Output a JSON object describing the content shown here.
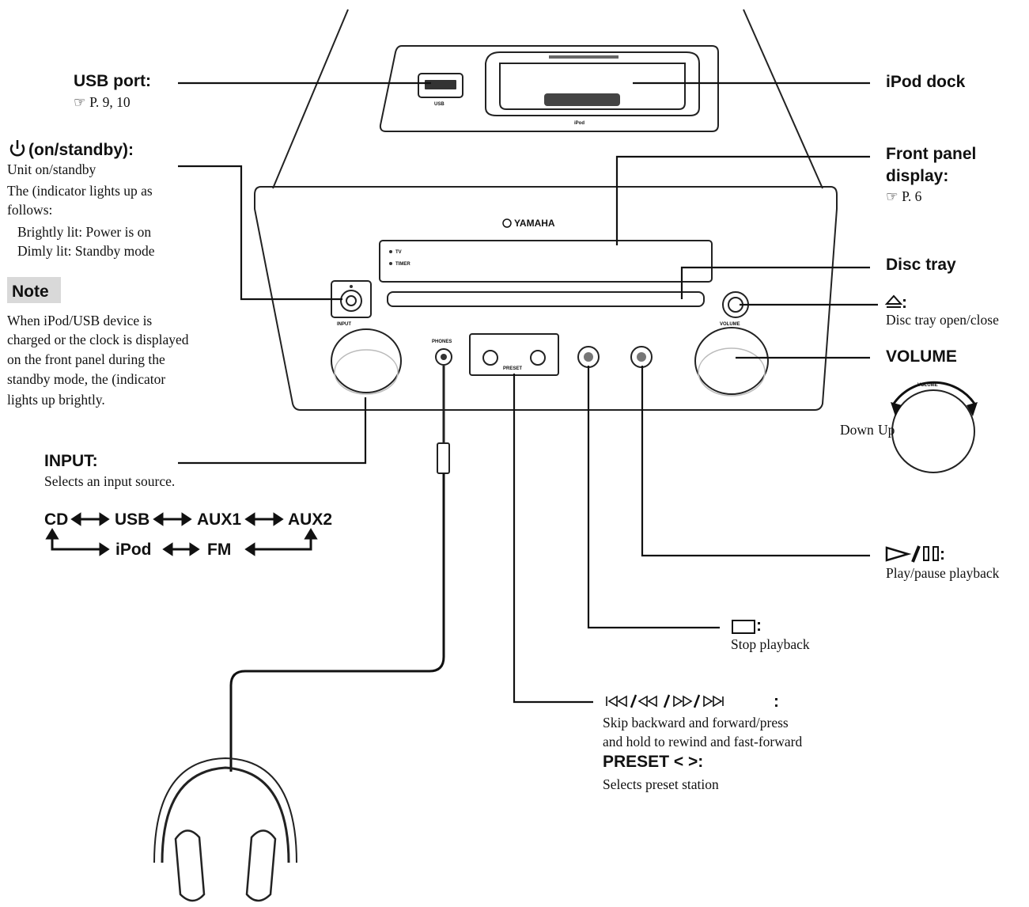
{
  "callouts": {
    "usb_port": {
      "title": "USB port:",
      "ref": "☞ P. 9, 10"
    },
    "ipod_dock": {
      "title": "iPod dock"
    },
    "standby": {
      "title": "(on/standby):",
      "desc": "Unit on/standby",
      "line2": "The (indicator lights up as",
      "line3": "follows:",
      "line4": "Brightly lit: Power is on",
      "line5": "Dimly lit: Standby mode"
    },
    "note": {
      "label": "Note",
      "lines": [
        "When iPod/USB device is",
        "charged or the clock is displayed",
        "on the front panel during the",
        "standby mode, the (indicator",
        "lights up brightly."
      ]
    },
    "front_panel_display": {
      "title1": "Front panel",
      "title2": "display:",
      "ref": "☞ P. 6"
    },
    "disc_tray": {
      "title": "Disc tray"
    },
    "eject": {
      "title": ":",
      "desc": "Disc tray open/close"
    },
    "volume": {
      "title": "VOLUME",
      "knob_label": "VOLUME",
      "down": "Down",
      "up": "Up"
    },
    "input": {
      "title": "INPUT:",
      "desc": "Selects an input source."
    },
    "play_pause": {
      "title": ":",
      "desc": "Play/pause playback"
    },
    "stop": {
      "title": ":",
      "desc": "Stop playback"
    },
    "skip": {
      "desc1": "Skip backward and forward/press",
      "desc2": "and hold to rewind and fast-forward",
      "preset_title": "PRESET < >:",
      "preset_desc": "Selects preset station"
    }
  },
  "input_cycle": {
    "row1": [
      "CD",
      "USB",
      "AUX1",
      "AUX2"
    ],
    "row2": [
      "iPod",
      "FM"
    ]
  },
  "device": {
    "brand": "YAMAHA",
    "usb_label": "USB",
    "ipod_label": "iPod",
    "input_label": "INPUT",
    "volume_label": "VOLUME",
    "phones_label": "PHONES",
    "preset_label": "PRESET",
    "tv_label": "TV",
    "timer_label": "TIMER"
  },
  "colors": {
    "ink": "#111111",
    "note_bg": "#d9d9d9",
    "device_face": "#f7f7f7"
  }
}
